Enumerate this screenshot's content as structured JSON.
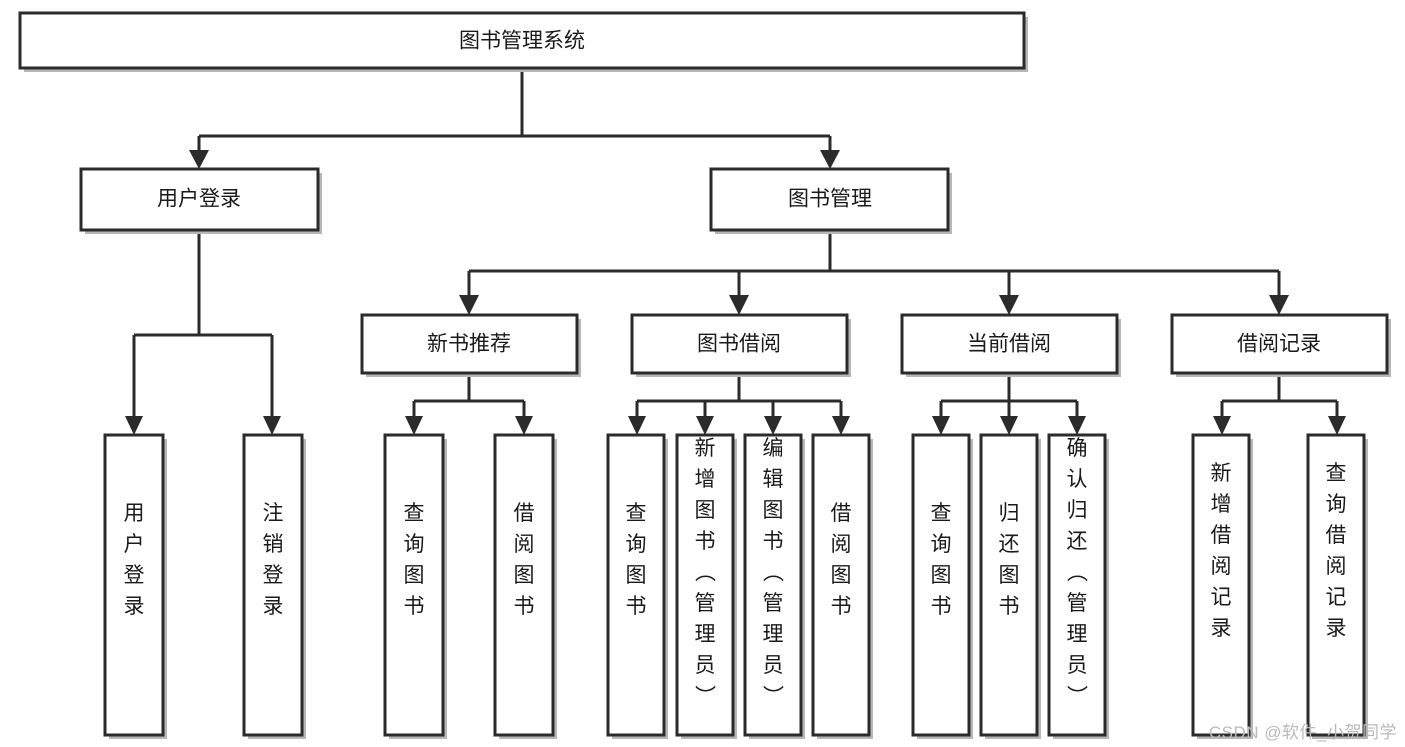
{
  "diagram": {
    "type": "tree-hierarchy-chart",
    "title": "图书管理系统",
    "colors": {
      "box_stroke": "#2b2b2b",
      "box_fill": "#ffffff",
      "connector": "#2b2b2b",
      "shadow": "#b7b7b7",
      "text": "#1a1a1a",
      "watermark": "#b9b9b9"
    },
    "root": {
      "label": "图书管理系统",
      "orientation": "horizontal"
    },
    "level2": [
      {
        "label": "用户登录",
        "orientation": "horizontal"
      },
      {
        "label": "图书管理",
        "orientation": "horizontal"
      }
    ],
    "level3": [
      {
        "label": "新书推荐",
        "orientation": "horizontal"
      },
      {
        "label": "图书借阅",
        "orientation": "horizontal"
      },
      {
        "label": "当前借阅",
        "orientation": "horizontal"
      },
      {
        "label": "借阅记录",
        "orientation": "horizontal"
      }
    ],
    "leaves": {
      "user_login": [
        {
          "label": "用户登录",
          "orientation": "vertical"
        },
        {
          "label": "注销登录",
          "orientation": "vertical"
        }
      ],
      "new_book_recommend": [
        {
          "label": "查询图书",
          "orientation": "vertical"
        },
        {
          "label": "借阅图书",
          "orientation": "vertical"
        }
      ],
      "book_borrow": [
        {
          "label": "查询图书",
          "orientation": "vertical"
        },
        {
          "label": "新增图书（管理员）",
          "orientation": "vertical"
        },
        {
          "label": "编辑图书（管理员）",
          "orientation": "vertical"
        },
        {
          "label": "借阅图书",
          "orientation": "vertical"
        }
      ],
      "current_borrow": [
        {
          "label": "查询图书",
          "orientation": "vertical"
        },
        {
          "label": "归还图书",
          "orientation": "vertical"
        },
        {
          "label": "确认归还（管理员）",
          "orientation": "vertical"
        }
      ],
      "borrow_record": [
        {
          "label": "新增借阅记录",
          "orientation": "vertical"
        },
        {
          "label": "查询借阅记录",
          "orientation": "vertical"
        }
      ]
    }
  },
  "watermark": {
    "text": "CSDN @软件_小贺同学"
  }
}
